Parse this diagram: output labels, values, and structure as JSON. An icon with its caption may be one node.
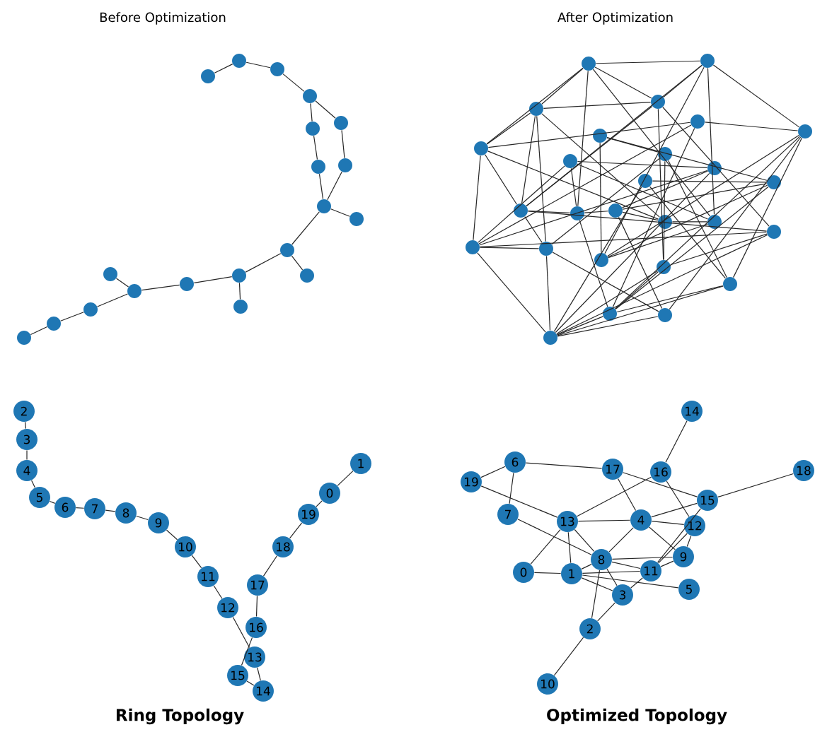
{
  "diagram": {
    "nodes": [
      {
        "text": [],
        "shape": "circle"
      },
      {
        "text": [],
        "shape": "circle"
      },
      {
        "text": [],
        "shape": "circle"
      },
      {
        "text": [],
        "shape": "circle"
      },
      {
        "text": [],
        "shape": "circle"
      },
      {
        "text": [],
        "shape": "circle"
      },
      {
        "text": [],
        "shape": "circle"
      },
      {
        "text": [],
        "shape": "circle"
      },
      {
        "text": [],
        "shape": "circle"
      },
      {
        "text": [],
        "shape": "circle"
      },
      {
        "text": [],
        "shape": "circle"
      },
      {
        "text": [],
        "shape": "circle"
      },
      {
        "text": [],
        "shape": "circle"
      },
      {
        "text": [],
        "shape": "circle"
      },
      {
        "text": [],
        "shape": "circle"
      },
      {
        "text": [],
        "shape": "circle"
      },
      {
        "text": [],
        "shape": "circle"
      },
      {
        "text": [],
        "shape": "circle"
      },
      {
        "text": [],
        "shape": "circle"
      },
      {
        "text": [],
        "shape": "circle"
      },
      {
        "text": [],
        "shape": "circle"
      },
      {
        "text": [],
        "shape": "circle"
      },
      {
        "text": [],
        "shape": "circle"
      },
      {
        "text": [],
        "shape": "circle"
      },
      {
        "text": [],
        "shape": "circle"
      },
      {
        "text": [],
        "shape": "circle"
      },
      {
        "text": [],
        "shape": "circle"
      },
      {
        "text": [],
        "shape": "circle"
      },
      {
        "text": [],
        "shape": "circle"
      },
      {
        "text": [],
        "shape": "circle"
      },
      {
        "text": [],
        "shape": "circle"
      },
      {
        "text": [],
        "shape": "circle"
      },
      {
        "text": [],
        "shape": "circle"
      },
      {
        "text": [],
        "shape": "circle"
      },
      {
        "text": [],
        "shape": "circle"
      },
      {
        "text": [],
        "shape": "circle"
      },
      {
        "text": [],
        "shape": "circle"
      },
      {
        "text": [],
        "shape": "circle"
      },
      {
        "text": [],
        "shape": "circle"
      },
      {
        "text": [],
        "shape": "circle"
      },
      {
        "text": [],
        "shape": "circle"
      },
      {
        "text": [],
        "shape": "circle"
      },
      {
        "text": [],
        "shape": "circle"
      },
      {
        "text": [],
        "shape": "circle"
      },
      {
        "text": [],
        "shape": "circle"
      },
      {
        "text": [],
        "shape": "circle"
      },
      {
        "text": [],
        "shape": "circle"
      },
      {
        "text": [
          "0"
        ]
      },
      {
        "text": [
          "1"
        ]
      },
      {
        "text": [
          "2"
        ]
      },
      {
        "text": [
          "3"
        ]
      },
      {
        "text": [
          "4"
        ]
      },
      {
        "text": [
          "5"
        ]
      },
      {
        "text": [
          "6"
        ]
      },
      {
        "text": [
          "7"
        ]
      },
      {
        "text": [
          "8"
        ]
      },
      {
        "text": [
          "9"
        ]
      },
      {
        "text": [
          "10"
        ]
      },
      {
        "text": [
          "11"
        ]
      },
      {
        "text": [
          "12"
        ]
      },
      {
        "text": [
          "13"
        ]
      },
      {
        "text": [
          "14"
        ]
      },
      {
        "text": [
          "15"
        ]
      },
      {
        "text": [
          "16"
        ]
      },
      {
        "text": [
          "17"
        ]
      },
      {
        "text": [
          "18"
        ]
      },
      {
        "text": [
          "19"
        ]
      },
      {
        "text": [
          "0"
        ]
      },
      {
        "text": [
          "1"
        ]
      },
      {
        "text": [
          "2"
        ]
      },
      {
        "text": [
          "3"
        ]
      },
      {
        "text": [
          "4"
        ]
      },
      {
        "text": [
          "5"
        ]
      },
      {
        "text": [
          "6"
        ]
      },
      {
        "text": [
          "7"
        ]
      },
      {
        "text": [
          "8"
        ]
      },
      {
        "text": [
          "9"
        ]
      },
      {
        "text": [
          "10"
        ]
      },
      {
        "text": [
          "11"
        ]
      },
      {
        "text": [
          "12"
        ]
      },
      {
        "text": [
          "13"
        ]
      },
      {
        "text": [
          "14"
        ]
      },
      {
        "text": [
          "15"
        ]
      },
      {
        "text": [
          "16"
        ]
      },
      {
        "text": [
          "17"
        ]
      },
      {
        "text": [
          "18"
        ]
      },
      {
        "text": [
          "19"
        ]
      }
    ],
    "edges": [
      {
        "from": 0,
        "to": 1,
        "arrow": "none"
      },
      {
        "from": 1,
        "to": 2,
        "arrow": "none"
      },
      {
        "from": 2,
        "to": 3,
        "arrow": "none"
      },
      {
        "from": 3,
        "to": 4,
        "arrow": "none"
      },
      {
        "from": 3,
        "to": 5,
        "arrow": "none"
      },
      {
        "from": 4,
        "to": 6,
        "arrow": "none"
      },
      {
        "from": 5,
        "to": 7,
        "arrow": "none"
      },
      {
        "from": 6,
        "to": 8,
        "arrow": "none"
      },
      {
        "from": 7,
        "to": 8,
        "arrow": "none"
      },
      {
        "from": 8,
        "to": 9,
        "arrow": "none"
      },
      {
        "from": 8,
        "to": 10,
        "arrow": "none"
      },
      {
        "from": 10,
        "to": 11,
        "arrow": "none"
      },
      {
        "from": 10,
        "to": 12,
        "arrow": "none"
      },
      {
        "from": 12,
        "to": 13,
        "arrow": "none"
      },
      {
        "from": 12,
        "to": 14,
        "arrow": "none"
      },
      {
        "from": 14,
        "to": 15,
        "arrow": "none"
      },
      {
        "from": 15,
        "to": 16,
        "arrow": "none"
      },
      {
        "from": 15,
        "to": 17,
        "arrow": "none"
      },
      {
        "from": 17,
        "to": 18,
        "arrow": "none"
      },
      {
        "from": 18,
        "to": 19,
        "arrow": "none"
      },
      {
        "from": 20,
        "to": 21,
        "arrow": "none"
      },
      {
        "from": 20,
        "to": 22,
        "arrow": "none"
      },
      {
        "from": 20,
        "to": 26,
        "arrow": "none"
      },
      {
        "from": 20,
        "to": 23,
        "arrow": "none"
      },
      {
        "from": 20,
        "to": 34,
        "arrow": "none"
      },
      {
        "from": 20,
        "to": 37,
        "arrow": "none"
      },
      {
        "from": 21,
        "to": 25,
        "arrow": "none"
      },
      {
        "from": 21,
        "to": 23,
        "arrow": "none"
      },
      {
        "from": 21,
        "to": 33,
        "arrow": "none"
      },
      {
        "from": 21,
        "to": 37,
        "arrow": "none"
      },
      {
        "from": 21,
        "to": 41,
        "arrow": "none"
      },
      {
        "from": 22,
        "to": 33,
        "arrow": "none"
      },
      {
        "from": 22,
        "to": 26,
        "arrow": "none"
      },
      {
        "from": 22,
        "to": 23,
        "arrow": "none"
      },
      {
        "from": 22,
        "to": 36,
        "arrow": "none"
      },
      {
        "from": 22,
        "to": 40,
        "arrow": "none"
      },
      {
        "from": 23,
        "to": 38,
        "arrow": "none"
      },
      {
        "from": 23,
        "to": 33,
        "arrow": "none"
      },
      {
        "from": 23,
        "to": 42,
        "arrow": "none"
      },
      {
        "from": 24,
        "to": 25,
        "arrow": "none"
      },
      {
        "from": 24,
        "to": 26,
        "arrow": "none"
      },
      {
        "from": 24,
        "to": 44,
        "arrow": "none"
      },
      {
        "from": 24,
        "to": 39,
        "arrow": "none"
      },
      {
        "from": 25,
        "to": 41,
        "arrow": "none"
      },
      {
        "from": 25,
        "to": 43,
        "arrow": "none"
      },
      {
        "from": 25,
        "to": 44,
        "arrow": "none"
      },
      {
        "from": 25,
        "to": 45,
        "arrow": "none"
      },
      {
        "from": 26,
        "to": 39,
        "arrow": "none"
      },
      {
        "from": 26,
        "to": 33,
        "arrow": "none"
      },
      {
        "from": 26,
        "to": 36,
        "arrow": "none"
      },
      {
        "from": 27,
        "to": 41,
        "arrow": "none"
      },
      {
        "from": 27,
        "to": 32,
        "arrow": "none"
      },
      {
        "from": 27,
        "to": 29,
        "arrow": "none"
      },
      {
        "from": 28,
        "to": 30,
        "arrow": "none"
      },
      {
        "from": 28,
        "to": 34,
        "arrow": "none"
      },
      {
        "from": 28,
        "to": 37,
        "arrow": "none"
      },
      {
        "from": 28,
        "to": 39,
        "arrow": "none"
      },
      {
        "from": 29,
        "to": 42,
        "arrow": "none"
      },
      {
        "from": 29,
        "to": 40,
        "arrow": "none"
      },
      {
        "from": 29,
        "to": 43,
        "arrow": "none"
      },
      {
        "from": 30,
        "to": 39,
        "arrow": "none"
      },
      {
        "from": 30,
        "to": 46,
        "arrow": "none"
      },
      {
        "from": 30,
        "to": 35,
        "arrow": "none"
      },
      {
        "from": 31,
        "to": 32,
        "arrow": "none"
      },
      {
        "from": 31,
        "to": 46,
        "arrow": "none"
      },
      {
        "from": 31,
        "to": 43,
        "arrow": "none"
      },
      {
        "from": 32,
        "to": 41,
        "arrow": "none"
      },
      {
        "from": 32,
        "to": 44,
        "arrow": "none"
      },
      {
        "from": 32,
        "to": 35,
        "arrow": "none"
      },
      {
        "from": 33,
        "to": 40,
        "arrow": "none"
      },
      {
        "from": 33,
        "to": 34,
        "arrow": "none"
      },
      {
        "from": 33,
        "to": 38,
        "arrow": "none"
      },
      {
        "from": 34,
        "to": 44,
        "arrow": "none"
      },
      {
        "from": 34,
        "to": 35,
        "arrow": "none"
      },
      {
        "from": 35,
        "to": 36,
        "arrow": "none"
      },
      {
        "from": 35,
        "to": 45,
        "arrow": "none"
      },
      {
        "from": 36,
        "to": 37,
        "arrow": "none"
      },
      {
        "from": 38,
        "to": 39,
        "arrow": "none"
      },
      {
        "from": 38,
        "to": 46,
        "arrow": "none"
      },
      {
        "from": 38,
        "to": 42,
        "arrow": "none"
      },
      {
        "from": 39,
        "to": 40,
        "arrow": "none"
      },
      {
        "from": 39,
        "to": 46,
        "arrow": "none"
      },
      {
        "from": 40,
        "to": 46,
        "arrow": "none"
      },
      {
        "from": 40,
        "to": 45,
        "arrow": "none"
      },
      {
        "from": 41,
        "to": 37,
        "arrow": "none"
      },
      {
        "from": 42,
        "to": 46,
        "arrow": "none"
      },
      {
        "from": 42,
        "to": 44,
        "arrow": "none"
      },
      {
        "from": 43,
        "to": 46,
        "arrow": "none"
      },
      {
        "from": 43,
        "to": 44,
        "arrow": "none"
      },
      {
        "from": 44,
        "to": 46,
        "arrow": "none"
      },
      {
        "from": 45,
        "to": 46,
        "arrow": "none"
      },
      {
        "from": 47,
        "to": 48,
        "arrow": "none"
      },
      {
        "from": 49,
        "to": 50,
        "arrow": "none"
      },
      {
        "from": 50,
        "to": 51,
        "arrow": "none"
      },
      {
        "from": 51,
        "to": 52,
        "arrow": "none"
      },
      {
        "from": 52,
        "to": 53,
        "arrow": "none"
      },
      {
        "from": 53,
        "to": 54,
        "arrow": "none"
      },
      {
        "from": 54,
        "to": 55,
        "arrow": "none"
      },
      {
        "from": 55,
        "to": 56,
        "arrow": "none"
      },
      {
        "from": 56,
        "to": 57,
        "arrow": "none"
      },
      {
        "from": 57,
        "to": 58,
        "arrow": "none"
      },
      {
        "from": 58,
        "to": 59,
        "arrow": "none"
      },
      {
        "from": 59,
        "to": 60,
        "arrow": "none"
      },
      {
        "from": 60,
        "to": 61,
        "arrow": "none"
      },
      {
        "from": 61,
        "to": 62,
        "arrow": "none"
      },
      {
        "from": 62,
        "to": 63,
        "arrow": "none"
      },
      {
        "from": 63,
        "to": 64,
        "arrow": "none"
      },
      {
        "from": 64,
        "to": 65,
        "arrow": "none"
      },
      {
        "from": 65,
        "to": 66,
        "arrow": "none"
      },
      {
        "from": 66,
        "to": 47,
        "arrow": "none"
      },
      {
        "from": 73,
        "to": 86,
        "arrow": "none"
      },
      {
        "from": 73,
        "to": 74,
        "arrow": "none"
      },
      {
        "from": 73,
        "to": 84,
        "arrow": "none"
      },
      {
        "from": 86,
        "to": 80,
        "arrow": "none"
      },
      {
        "from": 74,
        "to": 75,
        "arrow": "none"
      },
      {
        "from": 80,
        "to": 71,
        "arrow": "none"
      },
      {
        "from": 80,
        "to": 83,
        "arrow": "none"
      },
      {
        "from": 80,
        "to": 67,
        "arrow": "none"
      },
      {
        "from": 80,
        "to": 68,
        "arrow": "none"
      },
      {
        "from": 80,
        "to": 75,
        "arrow": "none"
      },
      {
        "from": 84,
        "to": 71,
        "arrow": "none"
      },
      {
        "from": 84,
        "to": 82,
        "arrow": "none"
      },
      {
        "from": 83,
        "to": 81,
        "arrow": "none"
      },
      {
        "from": 83,
        "to": 79,
        "arrow": "none"
      },
      {
        "from": 82,
        "to": 85,
        "arrow": "none"
      },
      {
        "from": 82,
        "to": 71,
        "arrow": "none"
      },
      {
        "from": 82,
        "to": 78,
        "arrow": "none"
      },
      {
        "from": 71,
        "to": 79,
        "arrow": "none"
      },
      {
        "from": 71,
        "to": 75,
        "arrow": "none"
      },
      {
        "from": 71,
        "to": 76,
        "arrow": "none"
      },
      {
        "from": 67,
        "to": 68,
        "arrow": "none"
      },
      {
        "from": 68,
        "to": 75,
        "arrow": "none"
      },
      {
        "from": 68,
        "to": 70,
        "arrow": "none"
      },
      {
        "from": 68,
        "to": 72,
        "arrow": "none"
      },
      {
        "from": 68,
        "to": 78,
        "arrow": "none"
      },
      {
        "from": 75,
        "to": 69,
        "arrow": "none"
      },
      {
        "from": 75,
        "to": 76,
        "arrow": "none"
      },
      {
        "from": 75,
        "to": 78,
        "arrow": "none"
      },
      {
        "from": 75,
        "to": 70,
        "arrow": "none"
      },
      {
        "from": 70,
        "to": 69,
        "arrow": "none"
      },
      {
        "from": 70,
        "to": 78,
        "arrow": "none"
      },
      {
        "from": 69,
        "to": 77,
        "arrow": "none"
      },
      {
        "from": 78,
        "to": 76,
        "arrow": "none"
      },
      {
        "from": 78,
        "to": 79,
        "arrow": "none"
      },
      {
        "from": 76,
        "to": 79,
        "arrow": "none"
      }
    ],
    "labels": [
      "Before Optimization",
      "After Optimization",
      "Ring Topology",
      "Optimized Topology"
    ]
  }
}
